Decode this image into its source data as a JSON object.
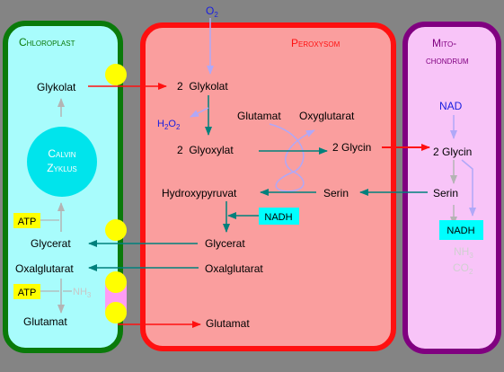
{
  "colors": {
    "background": "#848484",
    "chloroplast_border": "#0a7a0a",
    "chloroplast_fill": "#a8fcfc",
    "peroxysom_border": "#ff1010",
    "peroxysom_fill": "#fa9e9e",
    "mito_border": "#800080",
    "mito_fill": "#f8c4f8",
    "calvin_fill": "#00e4ec",
    "carrier_yellow": "#ffff00",
    "teal_arrow": "#00807c",
    "red_arrow": "#ff1010",
    "blue_text": "#1a20e0",
    "cofactor_box": "#00ffff",
    "gray": "#b4b4b4"
  },
  "compartments": {
    "chloroplast": {
      "title": "Chloroplast"
    },
    "peroxysom": {
      "title": "Peroxysom"
    },
    "mito": {
      "title_line1": "Mito-",
      "title_line2": "chondrum"
    }
  },
  "chloroplast": {
    "glykolat": "Glykolat",
    "calvin_line1": "Calvin",
    "calvin_line2": "Zyklus",
    "atp_1": "ATP",
    "glycerat": "Glycerat",
    "oxalglutarat": "Oxalglutarat",
    "atp_2": "ATP",
    "nh3": "NH3",
    "glutamat": "Glutamat"
  },
  "peroxysom": {
    "o2": "O2",
    "glykolat": "2  Glykolat",
    "h2o2": "H2O2",
    "glutamat": "Glutamat",
    "oxyglutarat": "Oxyglutarat",
    "glyoxylat": "2  Glyoxylat",
    "glycin": "2 Glycin",
    "hydroxypyruvat": "Hydroxypyruvat",
    "serin": "Serin",
    "nadh": "NADH",
    "glycerat": "Glycerat",
    "oxalglutarat": "Oxalglutarat",
    "glutamat_bottom": "Glutamat"
  },
  "mito": {
    "nad": "NAD",
    "glycin": "2 Glycin",
    "serin": "Serin",
    "nadh": "NADH",
    "nh3": "NH3",
    "co2": "CO2"
  }
}
